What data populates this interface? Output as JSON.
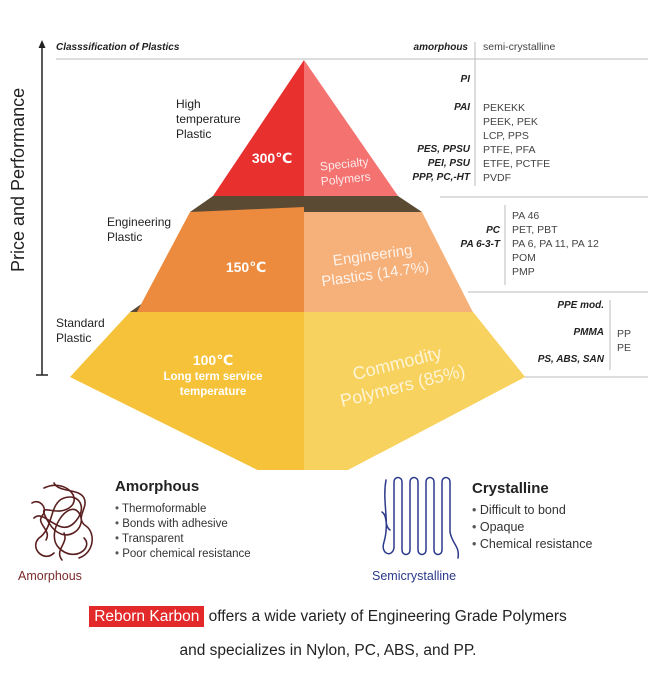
{
  "axis": {
    "label": "Price and Performance"
  },
  "header": {
    "classification": "Classsification of Plastics",
    "amorphous": "amorphous",
    "semi_crystalline": "semi-crystalline"
  },
  "tiers": {
    "high": {
      "label_lines": [
        "High",
        "temperature",
        "Plastic"
      ],
      "temperature": "300℃",
      "polymer_lines": [
        "Specialty",
        "Polymers"
      ],
      "amorphous": [
        "PI",
        "PAI",
        "PES, PPSU",
        "PEI, PSU",
        "PPP, PC,-HT"
      ],
      "semi_crystalline": [
        "PEKEKK",
        "PEEK, PEK",
        "LCP, PPS",
        "PTFE, PFA",
        "ETFE, PCTFE",
        "PVDF"
      ]
    },
    "engineering": {
      "label_lines": [
        "Engineering",
        "Plastic"
      ],
      "temperature": "150℃",
      "polymer_lines": [
        "Engineering",
        "Plastics (14.7%)"
      ],
      "amorphous": [
        "PC",
        "PA 6-3-T"
      ],
      "semi_crystalline": [
        "PA 46",
        "PET, PBT",
        "PA 6, PA 11, PA 12",
        "POM",
        "PMP"
      ]
    },
    "standard": {
      "label_lines": [
        "Standard",
        "Plastic"
      ],
      "temperature": "100℃",
      "temperature_sub": [
        "Long term service",
        "temperature"
      ],
      "polymer_lines": [
        "Commodity",
        "Polymers (85%)"
      ],
      "amorphous": [
        "PPE mod.",
        "PMMA",
        "PS, ABS, SAN"
      ],
      "semi_crystalline": [
        "PP",
        "PE"
      ]
    }
  },
  "legend": {
    "amorphous": {
      "title": "Amorphous",
      "caption": "Amorphous",
      "properties": [
        "Thermoformable",
        "Bonds with adhesive",
        "Transparent",
        "Poor chemical resistance"
      ]
    },
    "crystalline": {
      "title": "Crystalline",
      "caption": "Semicrystalline",
      "properties": [
        "Difficult to bond",
        "Opaque",
        "Chemical resistance"
      ]
    }
  },
  "footer": {
    "brand": "Reborn Karbon",
    "line1_rest": " offers a wide variety of Engineering Grade Polymers",
    "line2": "and specializes in Nylon, PC, ABS, and PP."
  },
  "colors": {
    "red_left": "#e8302f",
    "red_right": "#f47270",
    "orange_left": "#ec8a3d",
    "orange_right": "#f6b07a",
    "yellow_left": "#f5c239",
    "yellow_right": "#f8d25e",
    "brand": "#e32a2a"
  }
}
